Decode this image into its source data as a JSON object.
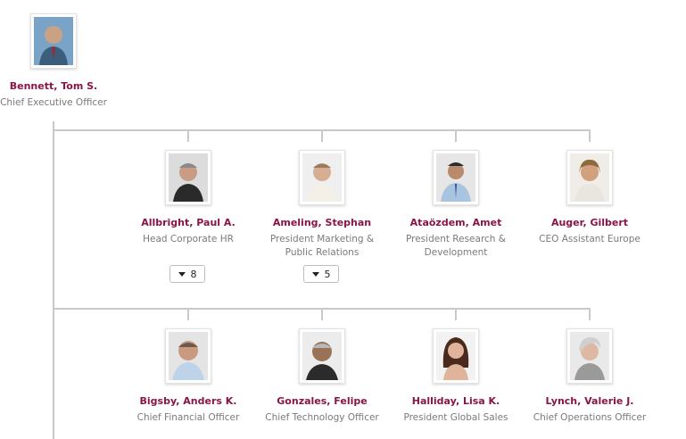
{
  "ceo": {
    "name": "Bennett, Tom S.",
    "title": "Chief Executive Officer",
    "avatar_icon": "person-photo-icon"
  },
  "reports_row1": [
    {
      "name": "Allbright, Paul A.",
      "title": "Head Corporate HR",
      "count": "8"
    },
    {
      "name": "Ameling, Stephan",
      "title": "President Marketing & Public Relations",
      "count": "5"
    },
    {
      "name": "Ataözdem, Amet",
      "title": "President Research & Development"
    },
    {
      "name": "Auger, Gilbert",
      "title": "CEO Assistant Europe"
    }
  ],
  "reports_row2": [
    {
      "name": "Bigsby, Anders K.",
      "title": "Chief Financial Officer"
    },
    {
      "name": "Gonzales, Felipe",
      "title": "Chief Technology Officer"
    },
    {
      "name": "Halliday, Lisa K.",
      "title": "President Global Sales"
    },
    {
      "name": "Lynch, Valerie J.",
      "title": "Chief Operations Officer"
    }
  ],
  "colors": {
    "name": "#8a1447",
    "title": "#7a7a7a",
    "connector": "#c9c9c9"
  }
}
